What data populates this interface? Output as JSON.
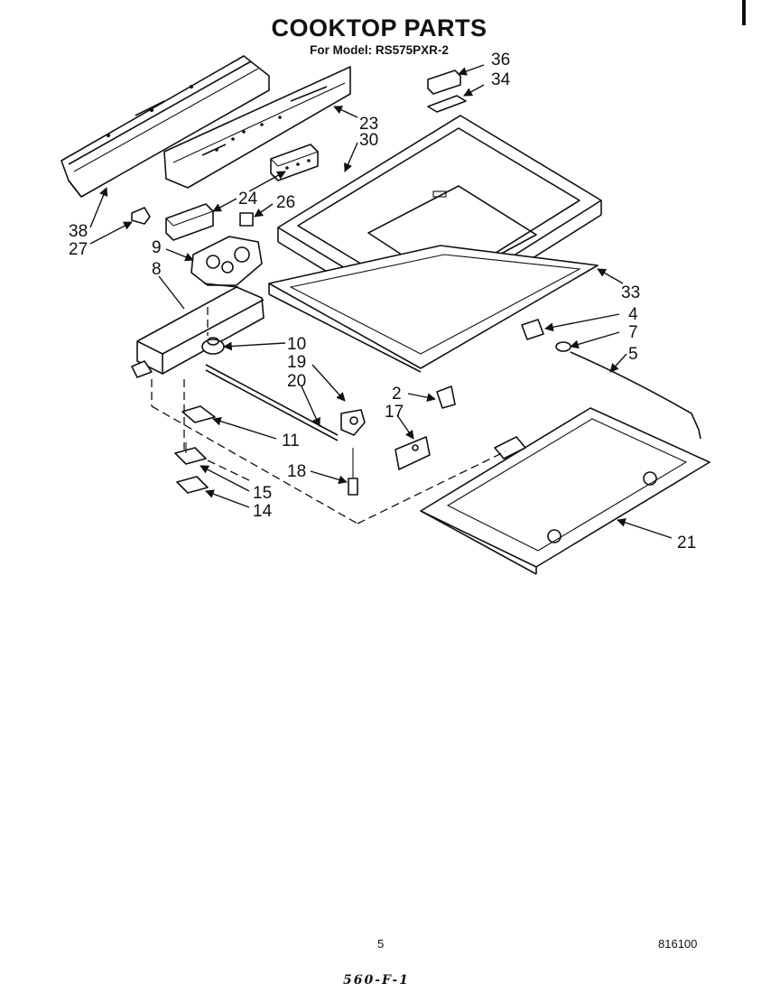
{
  "title": "COOKTOP PARTS",
  "subtitle": "For Model: RS575PXR-2",
  "page_number": "5",
  "doc_code": "816100",
  "handwritten_note": "560-F-1",
  "callouts": {
    "c36": "36",
    "c34": "34",
    "c23": "23",
    "c30": "30",
    "c24": "24",
    "c26": "26",
    "c38": "38",
    "c27": "27",
    "c9": "9",
    "c8": "8",
    "c33": "33",
    "c4": "4",
    "c7": "7",
    "c5": "5",
    "c10": "10",
    "c19": "19",
    "c20": "20",
    "c2": "2",
    "c17": "17",
    "c11": "11",
    "c18": "18",
    "c15": "15",
    "c14": "14",
    "c21": "21"
  }
}
